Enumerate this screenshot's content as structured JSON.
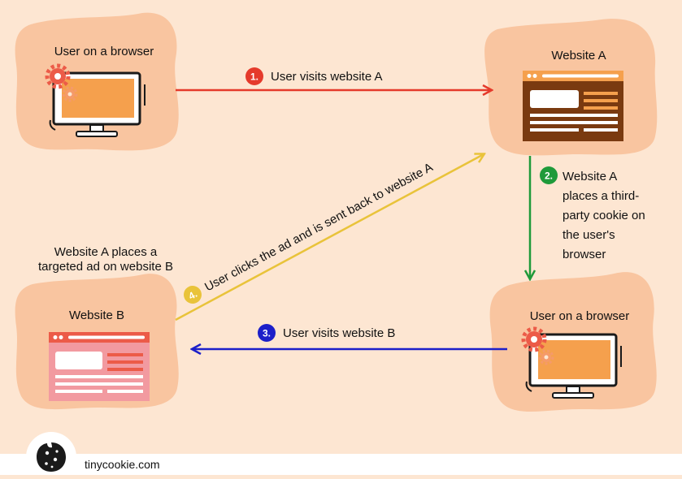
{
  "diagram": {
    "nodes": {
      "user_browser_top": {
        "label": "User on a browser"
      },
      "website_a": {
        "label": "Website A"
      },
      "website_b": {
        "label": "Website B"
      },
      "user_browser_bottom": {
        "label": "User on a browser"
      }
    },
    "steps": [
      {
        "number": "1.",
        "text": "User visits website A",
        "color": "#e53a2b"
      },
      {
        "number": "2.",
        "lines": [
          "Website A",
          "places a third-",
          "party cookie on",
          "the user's",
          "browser"
        ],
        "color": "#1f9a3a"
      },
      {
        "number": "3.",
        "text": "User visits website B",
        "color": "#1c1fc9"
      },
      {
        "number": "4.",
        "text": "User clicks the ad and is sent back to website A",
        "color": "#e9c33a"
      }
    ],
    "note": {
      "lines": [
        "Website A places a",
        "targeted ad on website B"
      ]
    }
  },
  "footer": {
    "domain": "tinycookie.com",
    "logo_icon": "cookie-icon"
  },
  "colors": {
    "background": "#fde6d2",
    "blob": "#f9c5a0",
    "monitor_screen": "#f5a04d",
    "site_a_frame": "#7a3a10",
    "site_a_header": "#f5a04d",
    "site_b_frame": "#f29aa0",
    "site_b_header": "#ec5b48",
    "gear": "#ec5b48"
  }
}
